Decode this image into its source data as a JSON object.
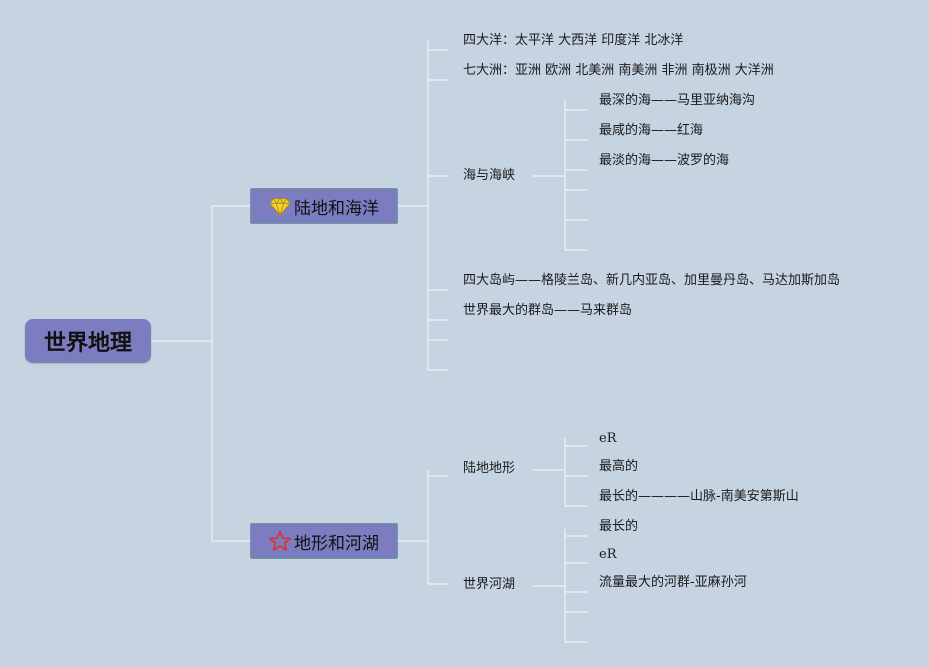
{
  "root": {
    "label": "世界地理"
  },
  "branches": [
    {
      "label": "陆地和海洋",
      "icon": "diamond-icon",
      "items": [
        {
          "label": "四大洋：太平洋 大西洋 印度洋 北冰洋"
        },
        {
          "label": "七大洲：亚洲 欧洲 北美洲 南美洲 非洲 南极洲 大洋洲"
        },
        {
          "label": "海与海峡",
          "children": [
            "最深的海——马里亚纳海沟",
            "最咸的海——红海",
            "最淡的海——波罗的海"
          ]
        },
        {
          "label": "四大岛屿——格陵兰岛、新几内亚岛、加里曼丹岛、马达加斯加岛"
        },
        {
          "label": "世界最大的群岛——马来群岛"
        }
      ]
    },
    {
      "label": "地形和河湖",
      "icon": "star-icon",
      "items": [
        {
          "label": "陆地地形",
          "children": [
            "eR",
            "最高的",
            "最长的————山脉-南美安第斯山"
          ]
        },
        {
          "label": "世界河湖",
          "children": [
            "最长的",
            "eR",
            "流量最大的河群-亚麻孙河"
          ]
        }
      ]
    }
  ],
  "colors": {
    "background": "#c6d4e2",
    "node": "#7b7dc0",
    "connector": "#e6ebf1",
    "star": "#d9302c",
    "diamond": "#f2d43a"
  }
}
